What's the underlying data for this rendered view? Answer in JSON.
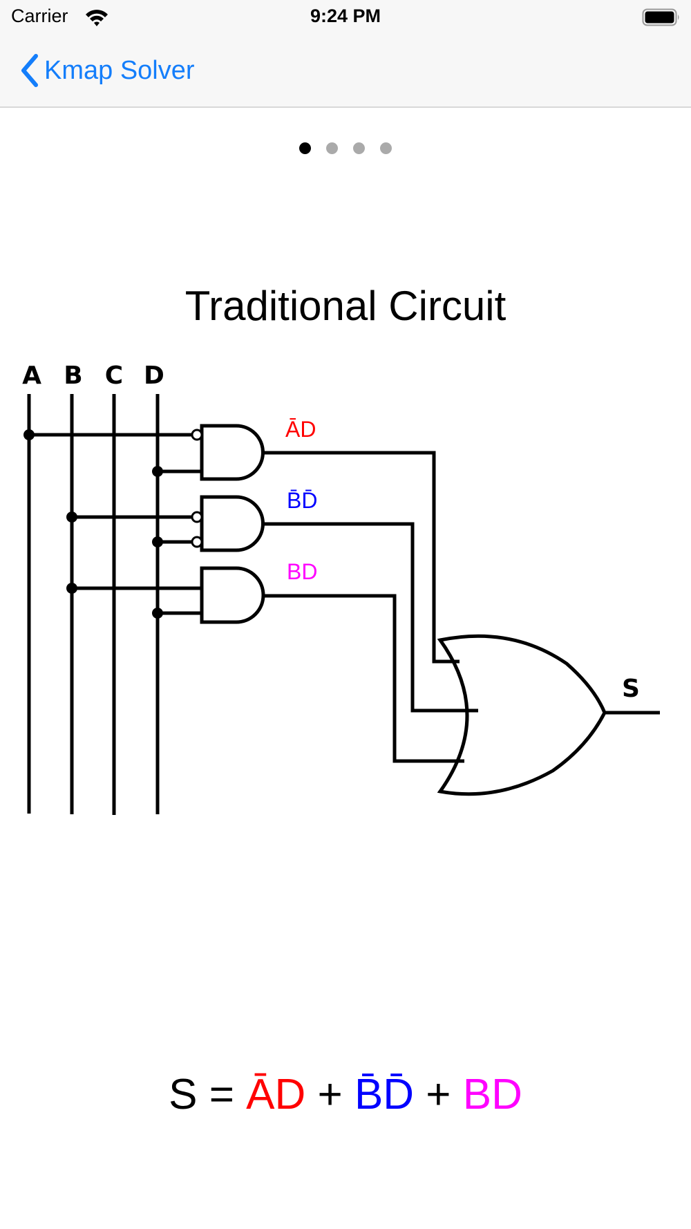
{
  "status_bar": {
    "carrier": "Carrier",
    "time": "9:24 PM",
    "wifi_icon": "wifi-icon",
    "battery_icon": "battery-full-icon"
  },
  "nav": {
    "back_label": "Kmap Solver",
    "back_icon": "chevron-left-icon",
    "accent_color": "#147efb"
  },
  "pager": {
    "page_count": 4,
    "current_page": 1
  },
  "content": {
    "title": "Traditional Circuit",
    "circuit": {
      "inputs": [
        "A",
        "B",
        "C",
        "D"
      ],
      "gates": [
        {
          "type": "AND",
          "label": "ĀD",
          "color": "#ff0000",
          "inputs": [
            "A (inverted)",
            "D"
          ]
        },
        {
          "type": "AND",
          "label": "B̄D̄",
          "color": "#0000ff",
          "inputs": [
            "B (inverted)",
            "D (inverted)"
          ]
        },
        {
          "type": "AND",
          "label": "BD",
          "color": "#ff00ff",
          "inputs": [
            "B",
            "D"
          ]
        },
        {
          "type": "OR",
          "label": "S",
          "color": "#000000",
          "inputs": [
            "ĀD",
            "B̄D̄",
            "BD"
          ]
        }
      ],
      "output_label": "S"
    },
    "equation": {
      "lhs": "S = ",
      "terms": [
        {
          "text": "ĀD",
          "color": "#ff0000"
        },
        {
          "text": "B̄D̄",
          "color": "#0000ff"
        },
        {
          "text": "BD",
          "color": "#ff00ff"
        }
      ],
      "operator": " + "
    }
  }
}
